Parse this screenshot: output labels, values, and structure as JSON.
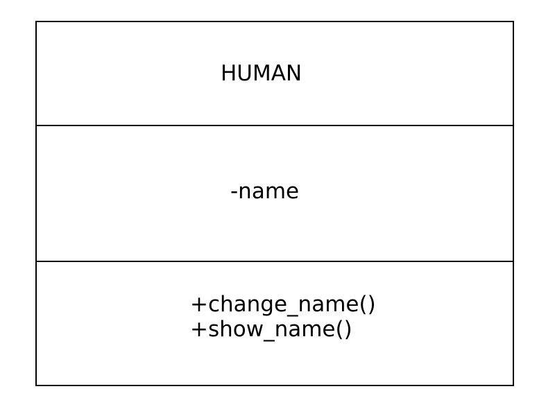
{
  "uml_class": {
    "name": "HUMAN",
    "attributes": [
      "-name"
    ],
    "operations": [
      "+change_name()",
      "+show_name()"
    ]
  },
  "colors": {
    "stroke": "#000000",
    "background": "#ffffff"
  }
}
